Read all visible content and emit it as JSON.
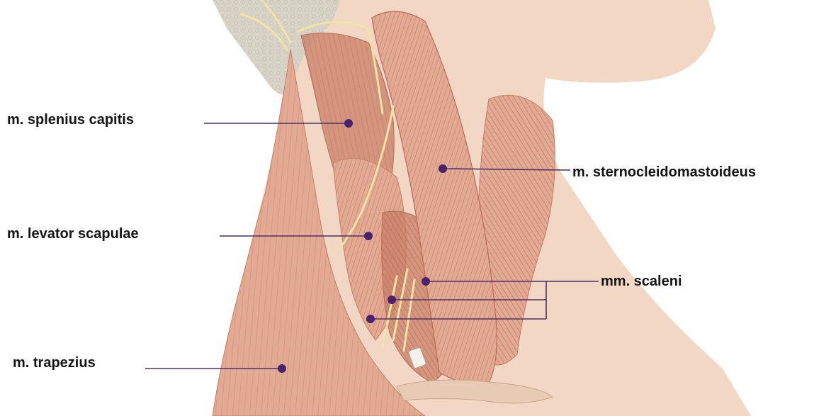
{
  "labels": {
    "splenius": "m. splenius capitis",
    "levator": "m. levator scapulae",
    "trapezius": "m. trapezius",
    "scm": "m. sternocleidomastoideus",
    "scaleni": "mm. scaleni"
  },
  "colors": {
    "background": "#ffffff",
    "skin": "#f1d7c4",
    "muscle": "#e3aa93",
    "muscle_dark": "#c97f68",
    "fiber": "#b96c57",
    "nerve": "#efe3a6",
    "hair": "#d9d4c8",
    "leader": "#4f2f6b",
    "dot": "#4a236e",
    "text": "#141414"
  }
}
